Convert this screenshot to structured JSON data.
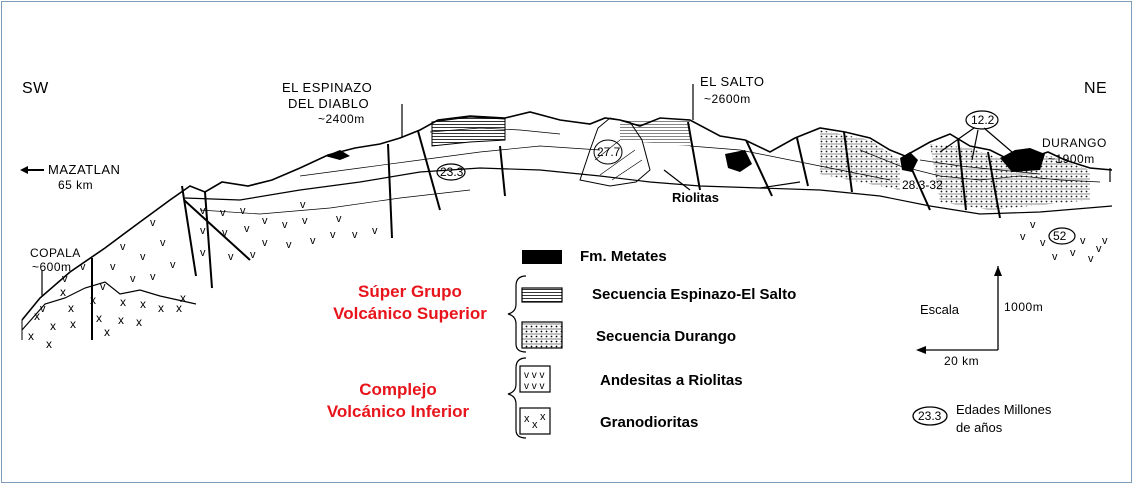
{
  "labels": {
    "sw": "SW",
    "ne": "NE",
    "espinazo_1": "EL  ESPINAZO",
    "espinazo_2": "DEL  DIABLO",
    "espinazo_3": "~2400m",
    "salto_1": "EL  SALTO",
    "salto_2": "~2600m",
    "mazatlan_1": "MAZATLAN",
    "mazatlan_2": "65 km",
    "copala_1": "COPALA",
    "copala_2": "~600m",
    "durango_1": "DURANGO",
    "durango_2": "~1900m",
    "riolitas": "Riolitas",
    "age_233": "23.3",
    "age_277": "27.7",
    "age_122": "12.2",
    "age_2832": "28.3-32",
    "age_52": "52"
  },
  "groups": {
    "superior_1": "Súper  Grupo",
    "superior_2": "Volcánico Superior",
    "inferior_1": "Complejo",
    "inferior_2": "Volcánico Inferior"
  },
  "legend": {
    "metates": "Fm. Metates",
    "espinazo": "Secuencia Espinazo-El Salto",
    "durango": "Secuencia Durango",
    "andesitas": "Andesitas a Riolitas",
    "granodioritas": "Granodioritas",
    "ages_symbol": "23.3",
    "ages_1": "Edades    Millones",
    "ages_2": "de años"
  },
  "scale": {
    "title": "Escala",
    "vertical": "1000m",
    "horizontal": "20 km"
  },
  "colors": {
    "group_label": "#e8141b",
    "frame": "#7f9db9"
  }
}
